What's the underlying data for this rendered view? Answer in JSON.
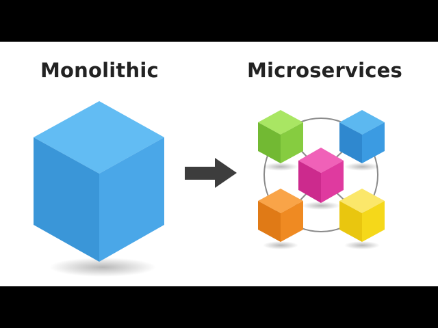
{
  "left_panel": {
    "title": "Monolithic",
    "block_color": "#4fb0ec"
  },
  "right_panel": {
    "title": "Microservices",
    "services": [
      {
        "color": "#8fd64a",
        "label": "green"
      },
      {
        "color": "#3a9de6",
        "label": "blue"
      },
      {
        "color": "#e83ea4",
        "label": "magenta"
      },
      {
        "color": "#f68b24",
        "label": "orange"
      },
      {
        "color": "#f7dc1c",
        "label": "yellow"
      }
    ],
    "ring_color": "#8a8a8a"
  },
  "arrow": {
    "icon": "right-arrow-icon",
    "color": "#3d3d3d"
  }
}
